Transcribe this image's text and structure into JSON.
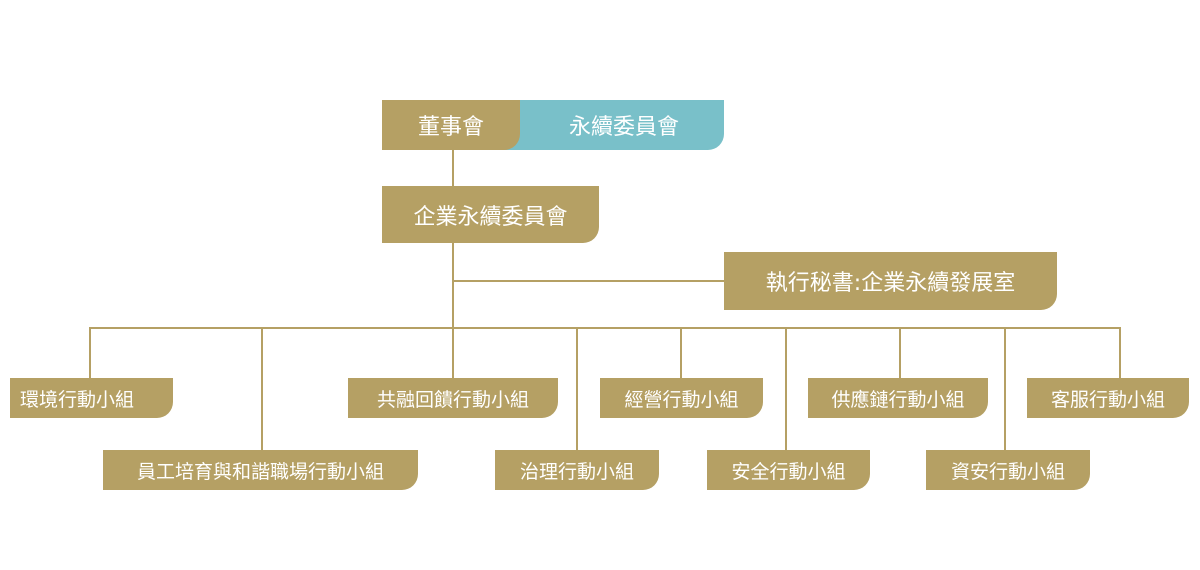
{
  "colors": {
    "gold": "#b5a064",
    "teal": "#79c0c9",
    "line": "#b5a064",
    "text": "#ffffff"
  },
  "org": {
    "board": "董事會",
    "sustainability_committee": "永續委員會",
    "corporate_committee": "企業永續委員會",
    "secretary": "執行秘書:企業永續發展室",
    "groups_top": [
      "環境行動小組",
      "共融回饋行動小組",
      "經營行動小組",
      "供應鏈行動小組",
      "客服行動小組"
    ],
    "groups_bottom": [
      "員工培育與和諧職場行動小組",
      "治理行動小組",
      "安全行動小組",
      "資安行動小組"
    ]
  }
}
